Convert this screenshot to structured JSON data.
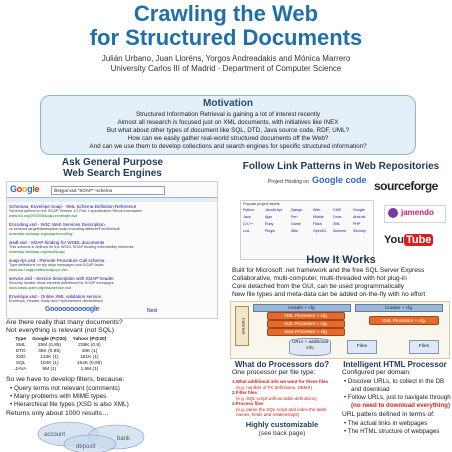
{
  "header": {
    "title_line1": "Crawling the Web",
    "title_line2": "for Structured Documents",
    "authors": "Julián Urbano, Juan Lloréns, Yorgos Andreadakis and Mónica Marrero",
    "affiliation": "University Carlos III of Madrid · Department of Computer Science"
  },
  "motivation": {
    "title": "Motivation",
    "lines": [
      "Structured Information Retrieval is gaining a lot of interest recently",
      "Almost all research is focused just on XML documents, with initiatives like INEX",
      "But what about other types of document like SQL, DTD, Java source code, RDF, UML?",
      "How can we easily gather real-world structured documents off the Web?",
      "And can we use them to develop collections and search engines for specific structured information?"
    ]
  },
  "left": {
    "title_line1": "Ask General Purpose",
    "title_line2": "Web Search Engines",
    "logo": "Google",
    "query": "filetype:xsd \"SOAP\" -schema",
    "results": [
      {
        "link": "Schemas, Envelope Soap - XML Schema Definition Reference",
        "url": "www.w3.org/2003/05/soap-envelope.xsd",
        "snip": "Schema defined in the SOAP Version 1.2 Part 1 specification Recommendation"
      },
      {
        "link": "Encoding.xsd - W3C Web Services Description",
        "url": "schemas.xmlsoap.org/soap/encoding/",
        "snip": "xs:schema targetNamespace soap encoding attributeFormDefault"
      },
      {
        "link": "wsdl.xsd - SOAP binding for WSDL documents",
        "url": "schemas.xmlsoap.org/wsdl/soap/",
        "snip": "This schema is defined for the WSDL SOAP binding extensibility elements"
      },
      {
        "link": "soap-rpc.xsd - Remote Procedure Call schema",
        "url": "www.ws-i.org/profiles/soap-rpc.xsd",
        "snip": "Type definitions for rpc style messages and SOAP faults"
      },
      {
        "link": "service.xsd - Service description with SOAP header",
        "url": "docs.oasis-open.org/wss/service.xsd",
        "snip": "Security header block element definitions for SOAP messages"
      },
      {
        "link": "Envelope.xsd - Online XML validation service",
        "url": "www.xmlvalidation.com/envelope.xsd",
        "snip": "Envelope, Header, Body and Fault element declarations"
      }
    ],
    "pager": "Goooooooooogle",
    "pager_next": "Next",
    "question1": "Are there really that many documents?",
    "question2": "Not everything is relevant (not SQL)",
    "table": {
      "headers": [
        "Type",
        "Google (P@20)",
        "Yahoo! (P@20)"
      ],
      "rows": [
        [
          "XML",
          "25M (0.85)",
          "238K (0.8)"
        ],
        [
          "DTD",
          "46K (0.95)",
          "48K (1)"
        ],
        [
          "XSD",
          "134K (1)",
          "181K (1)"
        ],
        [
          "SQL",
          "104K (1)",
          "152K (0.95)"
        ],
        [
          "JAVA",
          "9M (1)",
          "1.6M (1)"
        ]
      ]
    },
    "filters_intro": "So we have to develop filters, because:",
    "bullets": [
      "Query terms not relevant (comments)",
      "Many problems with MIME types",
      "Hierarchical file types (XSD is also XML)"
    ],
    "returns": "Returns only about 1000 results…",
    "venn": {
      "a": "account",
      "b": "bank",
      "c": "deposit"
    }
  },
  "right": {
    "title": "Follow Link Patterns in Web Repositories",
    "logos": {
      "sf": "sourceforge",
      "jamendo": "jamendo",
      "youtube": "You Tube"
    },
    "project_hosting": "Project Hosting on",
    "google_code": "Google code",
    "tag_heading": "Popular project labels",
    "tags": [
      "Python",
      "JavaScript",
      "Django",
      "Web",
      "CMS",
      "Google",
      "Java",
      "Ajax",
      "Perl",
      "Mobile",
      "Linux",
      "Android",
      "C/C++",
      "Ruby",
      "Game",
      "Flash",
      "XML",
      "PHP",
      "Lua",
      "Plugin",
      "Wiki",
      "OpenGL",
      "Scheme",
      "Security"
    ],
    "how_title": "How It Works",
    "how_lines": [
      "Built for Microsoft .net framework and the free SQL Server Express",
      "Collaborative, multi-computer, multi-threaded with hot plug-in",
      "Core detached from the GUI, can be used programmatically",
      "New file types and meta-data can be added on-the-fly with no effort"
    ],
    "diagram": {
      "header": "Header + cfg.",
      "crawler": "Crawler + cfg.",
      "xml_proc": "XML Processor + cfg.",
      "sql_proc": "SQL Processor + cfg.",
      "java_proc": "Java Processor + cfg.",
      "xml_proc2": "XML Processor + cfg.",
      "urls": "URLs + additional info",
      "files1": "Files",
      "files2": "Files",
      "internet": "Internet"
    },
    "proc_title": "What do Processors do?",
    "proc_intro": "One processor per file type:",
    "proc_items": [
      "1.What additional info we want for these files",
      "(e.g. number of FK definitions, DBMS)",
      "2.Filter files",
      "(e.g. SQL script without table definitions)",
      "3.Process files",
      "(e.g. parse the SQL script and index the table",
      "names, fields and relationships)"
    ],
    "highly": "Highly customizable",
    "see_back": "(see back page)",
    "ihp_title": "Intelligent HTML Processor",
    "ihp_intro": "Configured per domain:",
    "ihp_b1": "Discover URLs, to collect in the DB",
    "ihp_b1b": "and download",
    "ihp_b2": "Follow URLs, just to navigate through",
    "ihp_b2b": "(no need to download everything)",
    "ihp_urls": "URL patters defined in terms of:",
    "ihp_b3": "The actual links in webpages",
    "ihp_b4": "The HTML structure of webpages"
  },
  "colors": {
    "title_blue": "#1f6fa8",
    "accent_red": "#c3271f",
    "orange": "#e46b2c",
    "motiv_bg": "#e5eff8"
  }
}
